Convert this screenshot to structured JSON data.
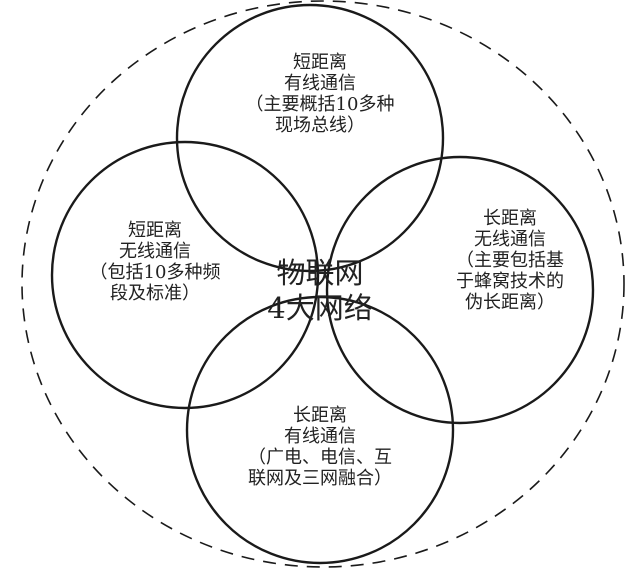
{
  "diagram": {
    "colors": {
      "stroke": "#1a1a1a",
      "text": "#222222",
      "background": "#ffffff"
    },
    "outer_circle": {
      "style": "dashed"
    },
    "center": {
      "lines": [
        "物联网",
        "4大网络"
      ]
    },
    "circles": {
      "top": {
        "lines": [
          "短距离",
          "有线通信",
          "（主要概括10多种",
          "现场总线）"
        ]
      },
      "left": {
        "lines": [
          "短距离",
          "无线通信",
          "（包括10多种频",
          "段及标准）"
        ]
      },
      "right": {
        "lines": [
          "长距离",
          "无线通信",
          "（主要包括基",
          "于蜂窝技术的",
          "伪长距离）"
        ]
      },
      "bottom": {
        "lines": [
          "长距离",
          "有线通信",
          "（广电、电信、互",
          "联网及三网融合）"
        ]
      }
    }
  }
}
